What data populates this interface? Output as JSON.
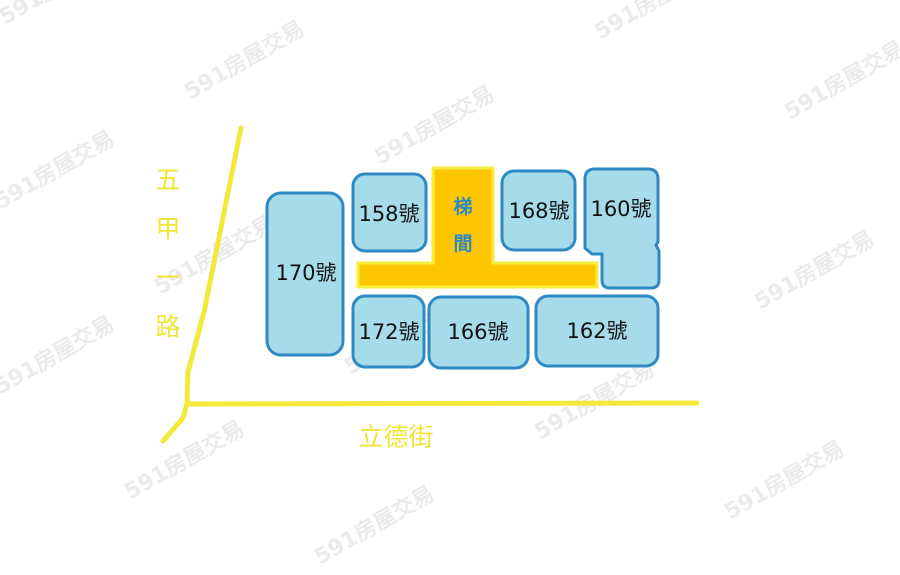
{
  "watermark_text": "591房屋交易",
  "roads": {
    "vertical_name": "五甲一路",
    "horizontal_name": "立德街"
  },
  "stairwell": {
    "label": "梯間"
  },
  "units": [
    {
      "id": "170",
      "label": "170號"
    },
    {
      "id": "158",
      "label": "158號"
    },
    {
      "id": "168",
      "label": "168號"
    },
    {
      "id": "160",
      "label": "160號"
    },
    {
      "id": "172",
      "label": "172號"
    },
    {
      "id": "166",
      "label": "166號"
    },
    {
      "id": "162",
      "label": "162號"
    }
  ],
  "colors": {
    "unit_fill": "#a6dcea",
    "unit_border": "#2e8ac2",
    "stairwell_fill": "#fcc700",
    "road": "#f4e83a",
    "label_text": "#111111"
  }
}
